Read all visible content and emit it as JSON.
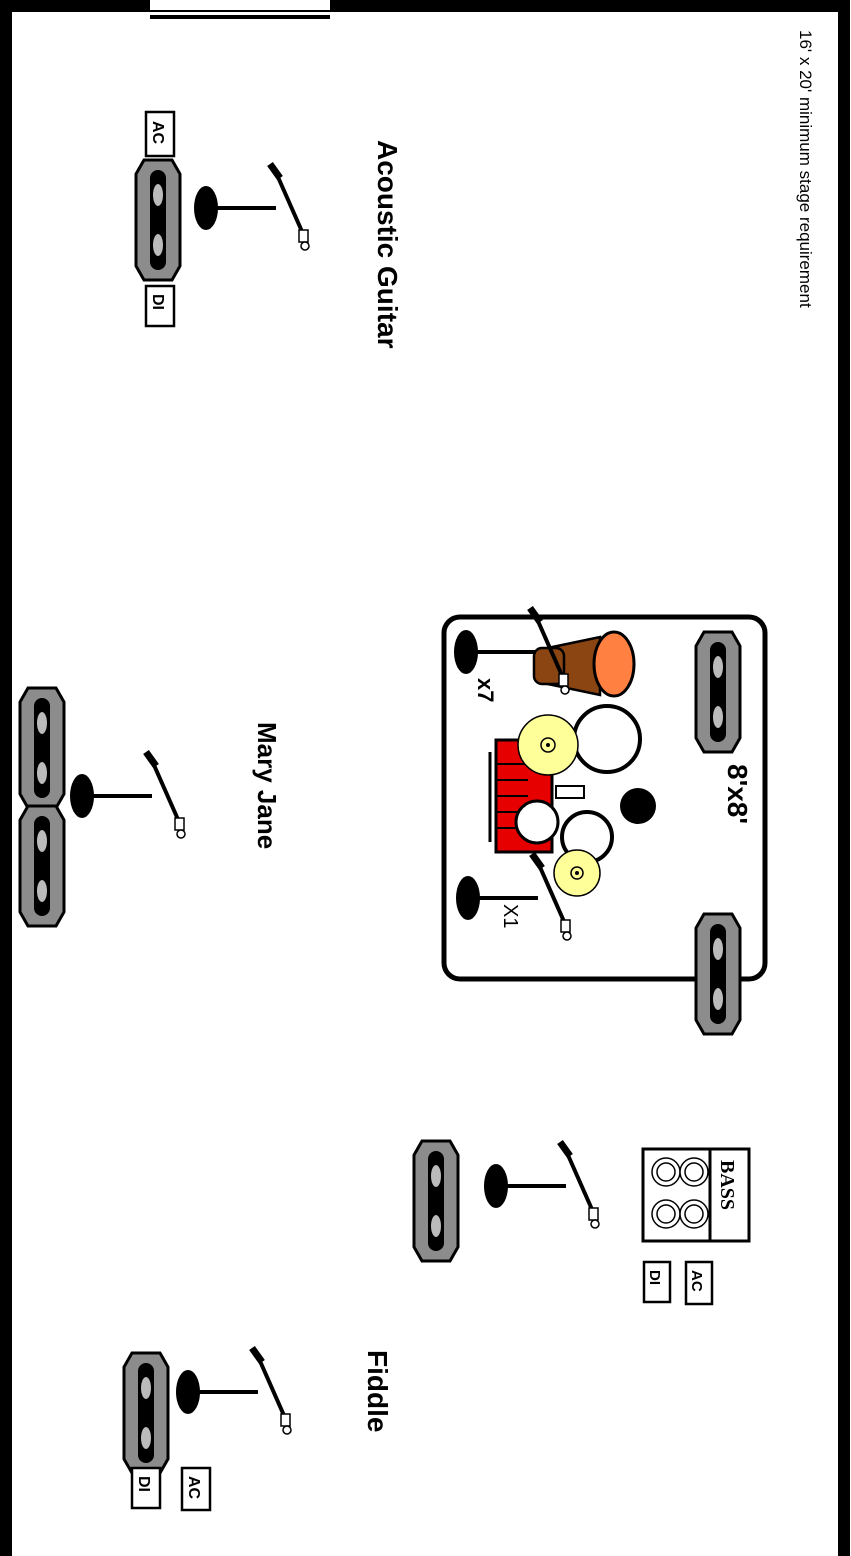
{
  "stage": {
    "requirement": "16' x 20' minimum stage requirement"
  },
  "positions": {
    "acoustic_guitar": {
      "label": "Acoustic Guitar",
      "ac_label": "AC",
      "di_label": "DI"
    },
    "mary_jane": {
      "label": "Mary Jane"
    },
    "fiddle": {
      "label": "Fiddle",
      "ac_label": "AC",
      "di_label": "DI"
    },
    "bass": {
      "cabinet_label": "BASS",
      "ac_label": "AC",
      "di_label": "DI"
    }
  },
  "drum_riser": {
    "size_label": "8'x8'",
    "mic_left_count": "x7",
    "mic_right_count": "X1"
  },
  "colors": {
    "border": "#000000",
    "monitor_fill": "#8c8c8c",
    "snare_red": "#e60000",
    "cymbal_yellow": "#ffff99",
    "conga_orange": "#ff8040",
    "conga_brown": "#8b4513"
  }
}
